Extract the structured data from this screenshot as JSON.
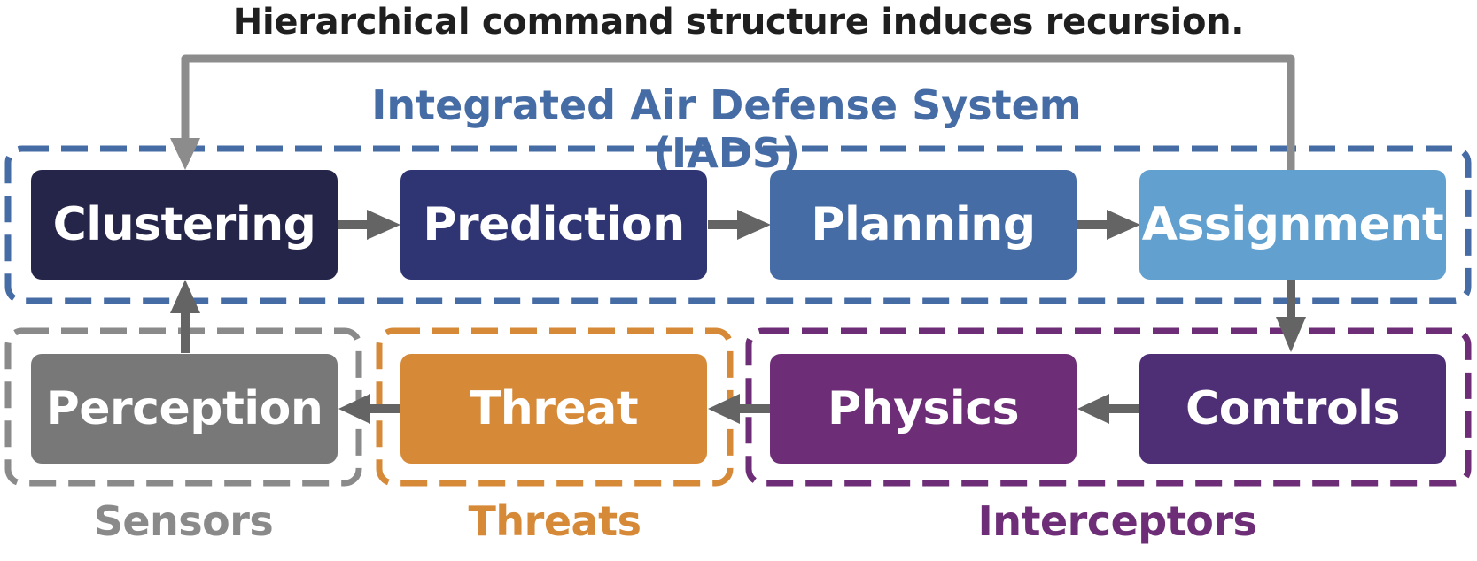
{
  "title": "Hierarchical command structure induces recursion.",
  "system": {
    "label": "Integrated Air Defense System (IADS)",
    "color": "#466ca5"
  },
  "nodes": {
    "clustering": {
      "label": "Clustering",
      "color": "#25254a"
    },
    "prediction": {
      "label": "Prediction",
      "color": "#2f3573"
    },
    "planning": {
      "label": "Planning",
      "color": "#466ca5"
    },
    "assignment": {
      "label": "Assignment",
      "color": "#62a0cf"
    },
    "perception": {
      "label": "Perception",
      "color": "#787878"
    },
    "threat": {
      "label": "Threat",
      "color": "#d68a38"
    },
    "physics": {
      "label": "Physics",
      "color": "#6e2d77"
    },
    "controls": {
      "label": "Controls",
      "color": "#4e2e75"
    }
  },
  "groups": {
    "sensors": {
      "label": "Sensors",
      "color": "#8a8a8a"
    },
    "threats": {
      "label": "Threats",
      "color": "#d68a38"
    },
    "interceptors": {
      "label": "Interceptors",
      "color": "#6e2d77"
    }
  },
  "edge_color": "#646464",
  "feedback_color": "#8c8c8c"
}
